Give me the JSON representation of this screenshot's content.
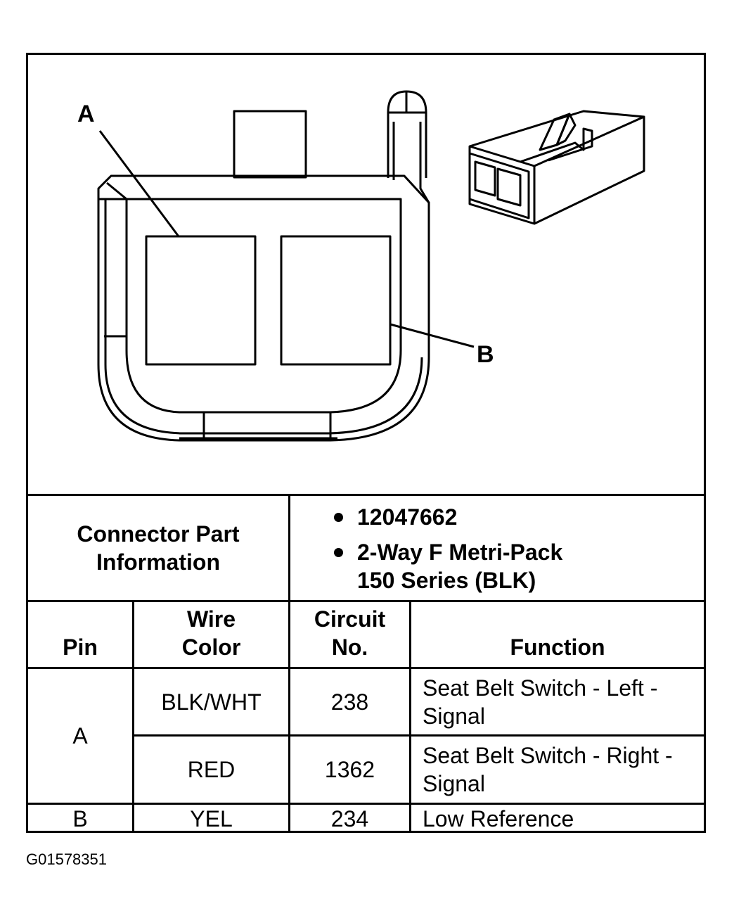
{
  "diagram": {
    "callout_a": "A",
    "callout_b": "B"
  },
  "connector_info": {
    "label": "Connector Part Information",
    "part_number": "12047662",
    "description_line1": "2-Way F Metri-Pack",
    "description_line2": "150 Series (BLK)"
  },
  "table": {
    "headers": {
      "pin": "Pin",
      "wire_color": "Wire Color",
      "circuit_no": "Circuit No.",
      "function": "Function"
    },
    "rows": [
      {
        "pin": "A",
        "wire_color": "BLK/WHT",
        "circuit_no": "238",
        "function": "Seat Belt Switch - Left - Signal"
      },
      {
        "pin": "A",
        "wire_color": "RED",
        "circuit_no": "1362",
        "function": "Seat Belt Switch - Right - Signal"
      },
      {
        "pin": "B",
        "wire_color": "YEL",
        "circuit_no": "234",
        "function": "Low Reference"
      }
    ]
  },
  "figure_id": "G01578351"
}
